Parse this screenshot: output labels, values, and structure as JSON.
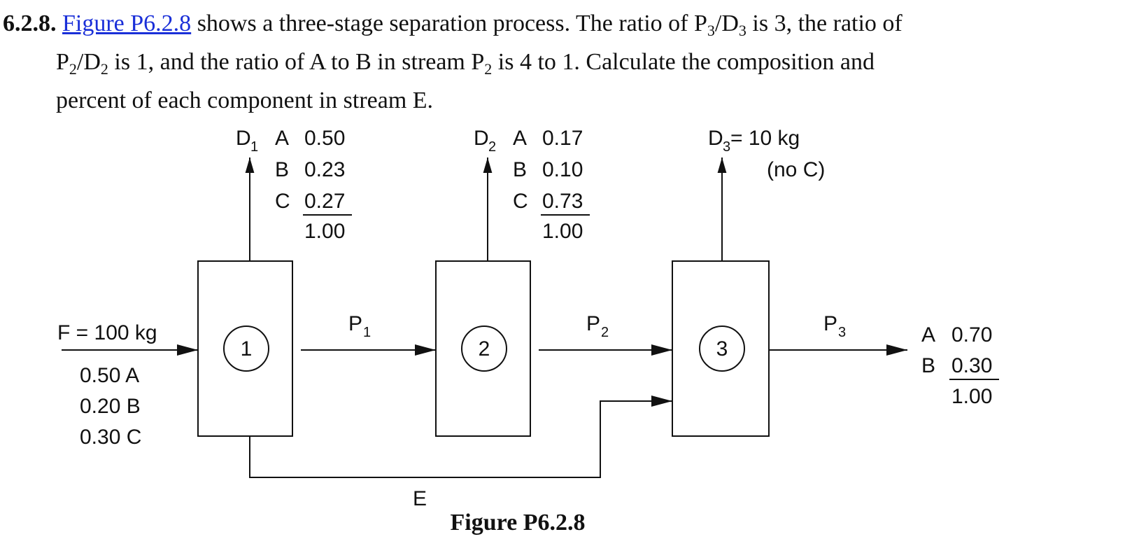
{
  "problem": {
    "number": "6.2.8.",
    "figure_link": "Figure P6.2.8",
    "line1_after_link": " shows a three-stage separation process. The ratio of P",
    "line1_sub1": "3",
    "line1_mid": "/D",
    "line1_sub2": "3",
    "line1_end": " is 3, the ratio of",
    "line2_start": "P",
    "line2_sub1": "2",
    "line2_mid": "/D",
    "line2_sub2": "2",
    "line2_mid2": " is 1, and the ratio of A to B in stream P",
    "line2_sub3": "2",
    "line2_end": " is 4 to 1. Calculate the composition and",
    "line3": "percent of each component in stream E."
  },
  "diagram": {
    "units": [
      {
        "label": "1"
      },
      {
        "label": "2"
      },
      {
        "label": "3"
      }
    ],
    "feed": {
      "label": "F = 100 kg",
      "composition": [
        "0.50 A",
        "0.20 B",
        "0.30 C"
      ]
    },
    "D1": {
      "name": "D",
      "sub": "1",
      "rows": [
        {
          "comp": "A",
          "value": "0.50"
        },
        {
          "comp": "B",
          "value": "0.23"
        },
        {
          "comp": "C",
          "value": "0.27"
        }
      ],
      "total": "1.00"
    },
    "D2": {
      "name": "D",
      "sub": "2",
      "rows": [
        {
          "comp": "A",
          "value": "0.17"
        },
        {
          "comp": "B",
          "value": "0.10"
        },
        {
          "comp": "C",
          "value": "0.73"
        }
      ],
      "total": "1.00"
    },
    "D3": {
      "name": "D",
      "sub": "3",
      "value": " = 10 kg",
      "note": "(no C)"
    },
    "P1": {
      "name": "P",
      "sub": "1"
    },
    "P2": {
      "name": "P",
      "sub": "2"
    },
    "P3": {
      "name": "P",
      "sub": "3",
      "rows": [
        {
          "comp": "A",
          "value": "0.70"
        },
        {
          "comp": "B",
          "value": "0.30"
        }
      ],
      "total": "1.00"
    },
    "E": {
      "label": "E"
    }
  },
  "caption": "Figure P6.2.8"
}
